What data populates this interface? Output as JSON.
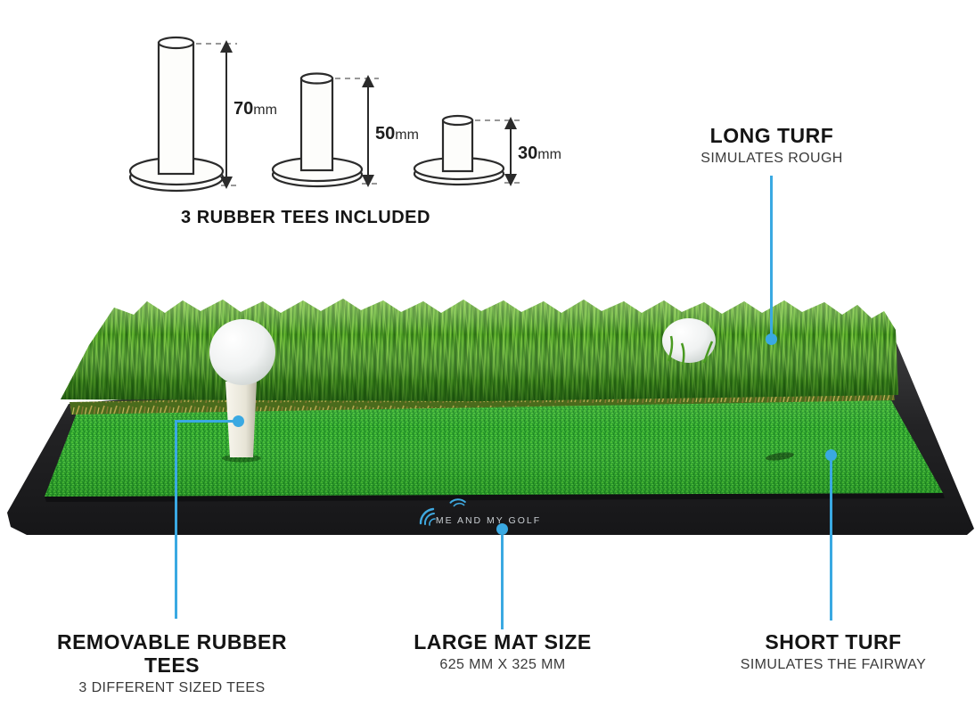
{
  "tee_diagram": {
    "heading": "3 RUBBER TEES INCLUDED",
    "tees": [
      {
        "num": "70",
        "unit": "mm"
      },
      {
        "num": "50",
        "unit": "mm"
      },
      {
        "num": "30",
        "unit": "mm"
      }
    ]
  },
  "callouts": {
    "long_turf": {
      "title": "LONG TURF",
      "subtitle": "SIMULATES ROUGH"
    },
    "removable_tees": {
      "title": "REMOVABLE RUBBER TEES",
      "subtitle": "3 DIFFERENT SIZED TEES"
    },
    "mat_size": {
      "title": "LARGE MAT SIZE",
      "subtitle": "625 MM X 325 MM"
    },
    "short_turf": {
      "title": "SHORT TURF",
      "subtitle": "SIMULATES THE FAIRWAY"
    }
  },
  "product": {
    "brand": "ME AND MY GOLF"
  },
  "colors": {
    "accent": "#3aa9e2",
    "turf_long": "#3e8c1e",
    "turf_short": "#2da02e",
    "thatch": "#b5a34c",
    "base_black": "#232325",
    "text": "#141414"
  }
}
